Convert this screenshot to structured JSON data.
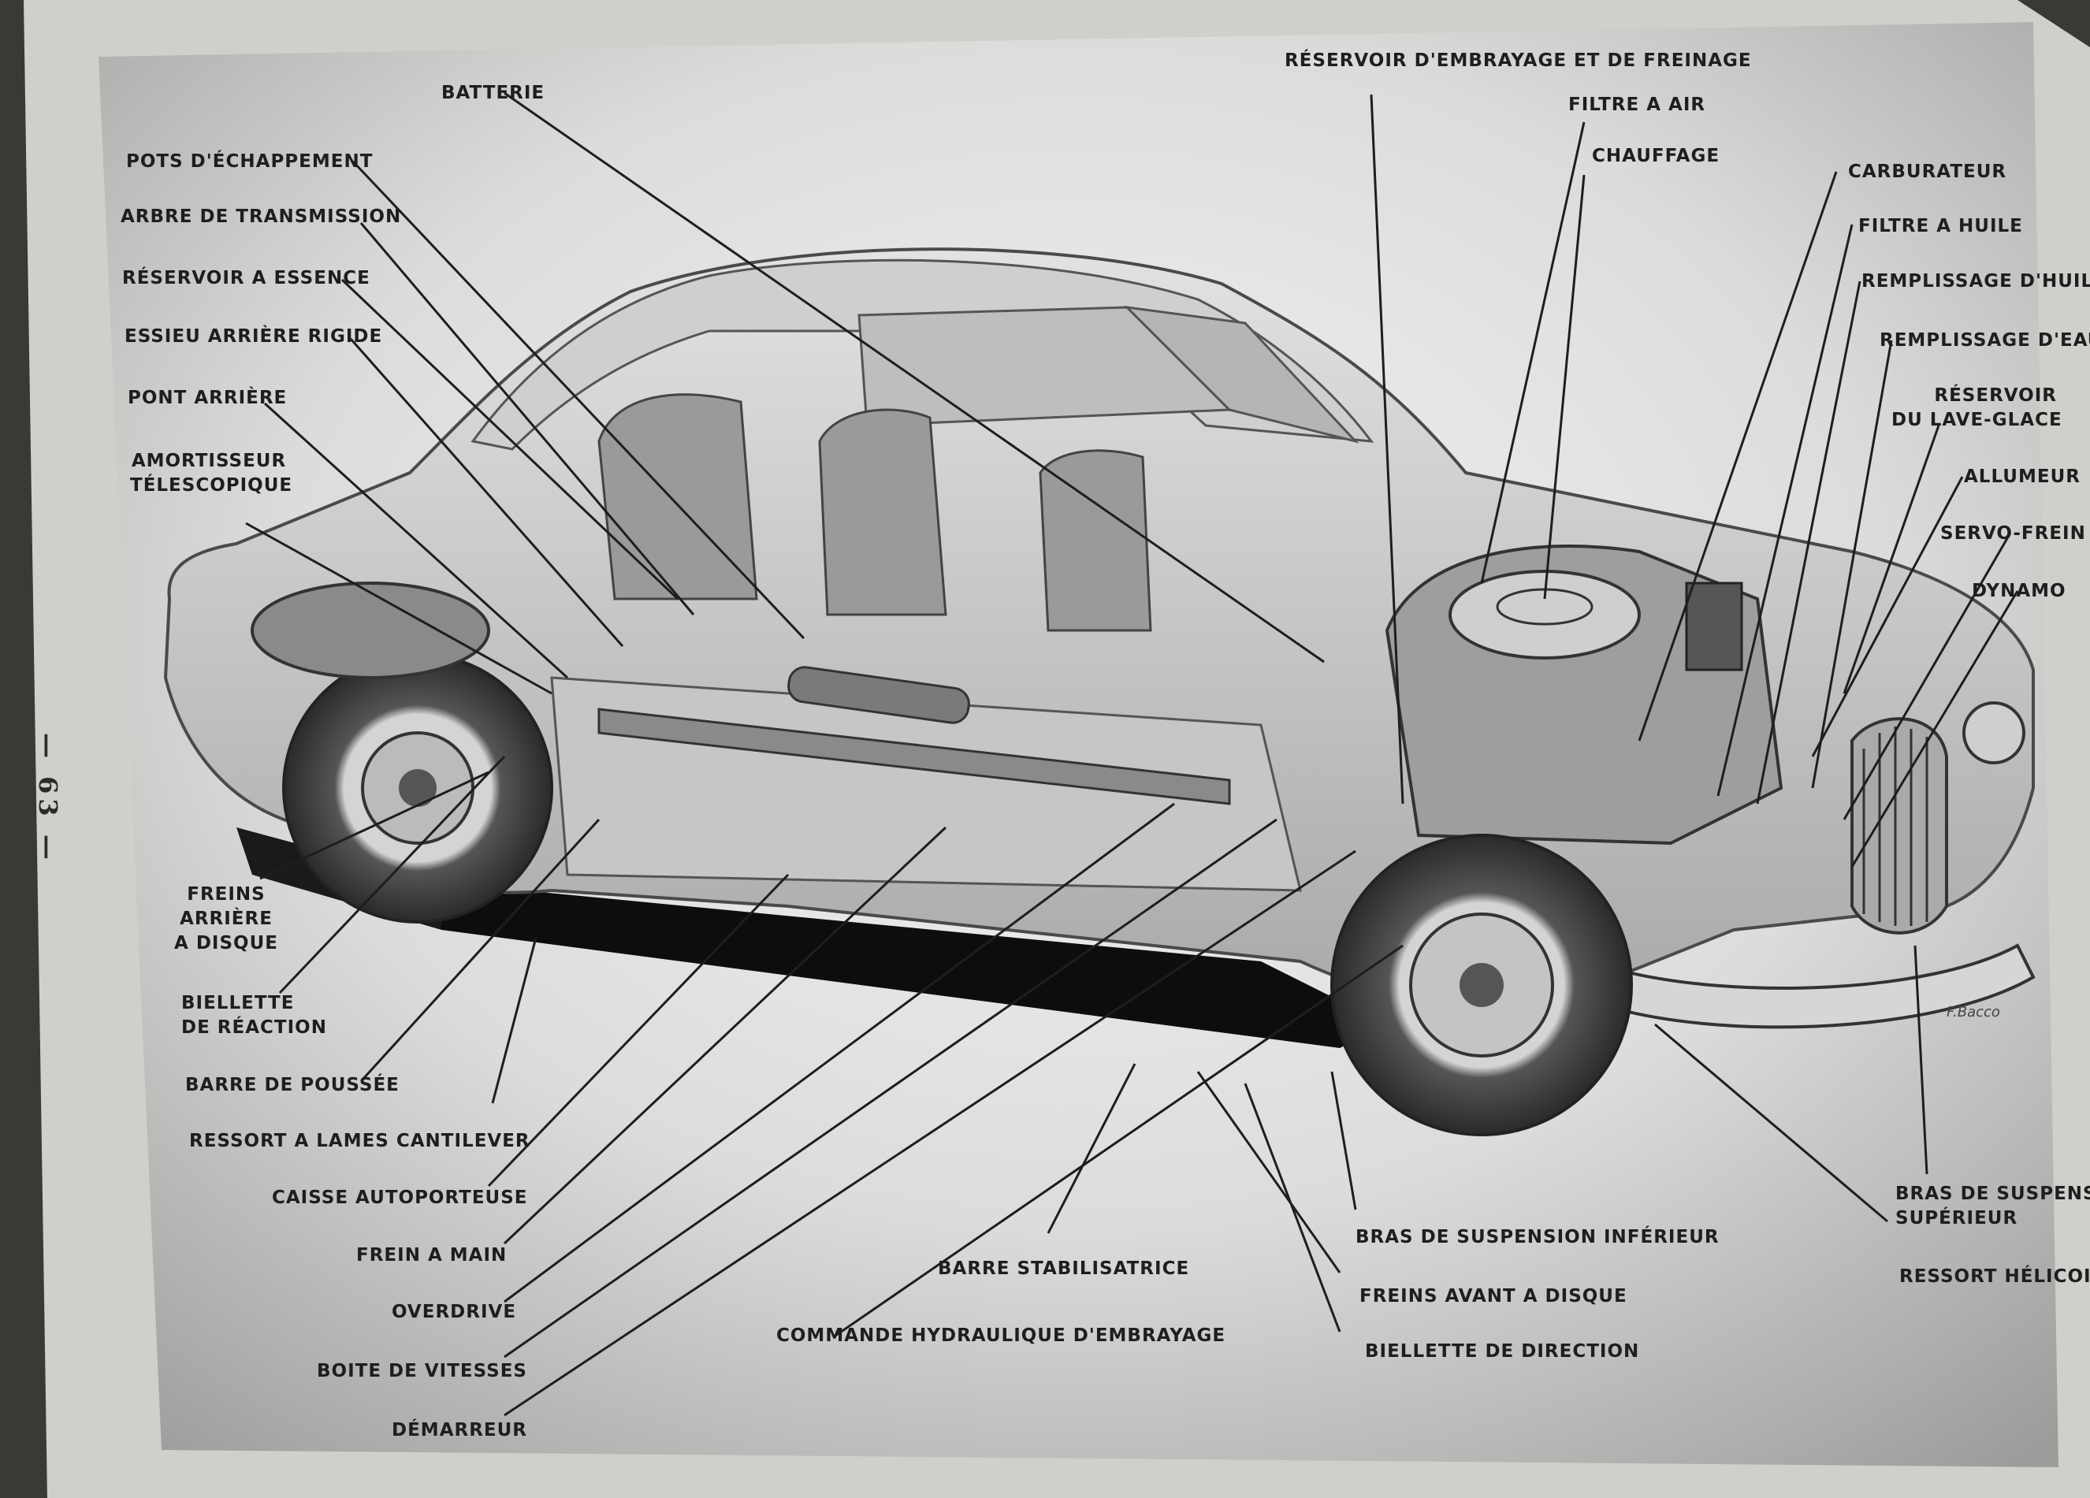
{
  "page_number": "— 63 —",
  "artist_signature": "F.Bacco",
  "labels": {
    "batterie": "BATTERIE",
    "pots_echappement": "POTS D'ÉCHAPPEMENT",
    "arbre_transmission": "ARBRE DE TRANSMISSION",
    "reservoir_essence": "RÉSERVOIR A ESSENCE",
    "essieu_arriere": "ESSIEU ARRIÈRE RIGIDE",
    "pont_arriere": "PONT ARRIÈRE",
    "amortisseur_1": "AMORTISSEUR",
    "amortisseur_2": "TÉLESCOPIQUE",
    "freins_arriere_1": "FREINS",
    "freins_arriere_2": "ARRIÈRE",
    "freins_arriere_3": "A DISQUE",
    "biellette_reaction_1": "BIELLETTE",
    "biellette_reaction_2": "DE RÉACTION",
    "barre_poussee": "BARRE DE POUSSÉE",
    "ressort_lames": "RESSORT A LAMES CANTILEVER",
    "caisse": "CAISSE AUTOPORTEUSE",
    "frein_main": "FREIN A MAIN",
    "overdrive": "OVERDRIVE",
    "boite_vitesses": "BOITE DE VITESSES",
    "demarreur": "DÉMARREUR",
    "barre_stabilisatrice": "BARRE STABILISATRICE",
    "commande_embrayage": "COMMANDE HYDRAULIQUE D'EMBRAYAGE",
    "bras_inferieur": "BRAS DE SUSPENSION INFÉRIEUR",
    "freins_avant": "FREINS AVANT A DISQUE",
    "biellette_direction": "BIELLETTE DE DIRECTION",
    "bras_superieur_1": "BRAS DE SUSPENSION",
    "bras_superieur_2": "SUPÉRIEUR",
    "ressort_helicoidal": "RESSORT HÉLICOIDAL",
    "reservoir_embrayage": "RÉSERVOIR D'EMBRAYAGE ET DE FREINAGE",
    "filtre_air": "FILTRE A AIR",
    "chauffage": "CHAUFFAGE",
    "carburateur": "CARBURATEUR",
    "filtre_huile": "FILTRE A HUILE",
    "remplissage_huile": "REMPLISSAGE D'HUILE",
    "remplissage_eau": "REMPLISSAGE D'EAU",
    "reservoir_lave_1": "RÉSERVOIR",
    "reservoir_lave_2": "DU LAVE-GLACE",
    "allumeur": "ALLUMEUR",
    "servo_frein": "SERVO-FREIN",
    "dynamo": "DYNAMO"
  }
}
